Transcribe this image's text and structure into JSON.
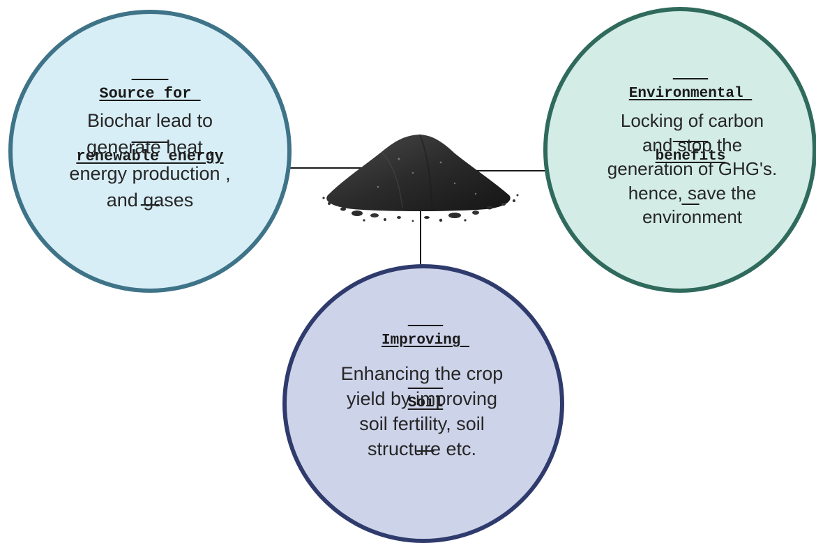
{
  "nodes": {
    "left": {
      "title_lines": [
        "Source for ",
        "renewable energy"
      ],
      "body_lines": [
        "Biochar lead to",
        "generate heat ,",
        "energy production ,",
        "and gases"
      ],
      "fill": "#d8eef6",
      "border": "#3e7388"
    },
    "right": {
      "title_lines": [
        "Environmental ",
        "benefits"
      ],
      "body_lines": [
        "Locking of carbon",
        "and stop the",
        "generation of GHG's.",
        "hence,  save the",
        "environment"
      ],
      "fill": "#d3ece6",
      "border": "#2f6a5c"
    },
    "bottom": {
      "title_lines": [
        "Improving ",
        "Soil"
      ],
      "body_lines": [
        "Enhancing the crop",
        "yield by improving",
        "soil fertility, soil",
        "structure etc."
      ],
      "fill": "#cdd3e9",
      "border": "#2f3b6c"
    }
  },
  "center": {
    "icon": "biochar-pile-icon",
    "color": "#2b2b2b"
  }
}
